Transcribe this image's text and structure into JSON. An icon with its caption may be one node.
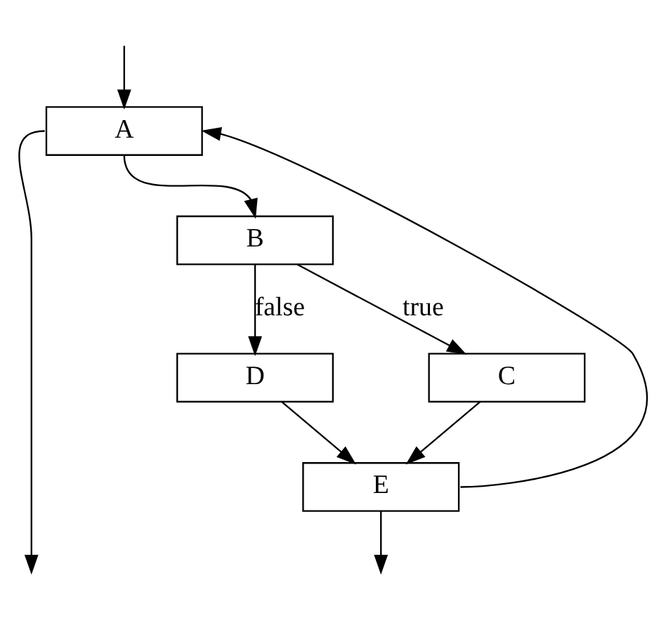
{
  "diagram": {
    "nodes": [
      {
        "text": [
          "A"
        ]
      },
      {
        "text": [
          "B"
        ]
      },
      {
        "text": [
          "D"
        ]
      },
      {
        "text": [
          "C"
        ]
      },
      {
        "text": [
          "E"
        ]
      }
    ],
    "edges": [
      {
        "from": 0,
        "to": null,
        "arrow": "to"
      },
      {
        "from": 0,
        "to": 1,
        "arrow": "to"
      },
      {
        "from": 1,
        "to": 2,
        "label": "false",
        "arrow": "to"
      },
      {
        "from": 1,
        "to": 3,
        "label": "true",
        "arrow": "to"
      },
      {
        "from": 2,
        "to": 4,
        "arrow": "to"
      },
      {
        "from": 3,
        "to": 4,
        "arrow": "to"
      },
      {
        "from": 4,
        "to": 0,
        "arrow": "to"
      },
      {
        "from": null,
        "to": 0,
        "arrow": "to"
      },
      {
        "from": 4,
        "to": null,
        "arrow": "to"
      }
    ]
  }
}
